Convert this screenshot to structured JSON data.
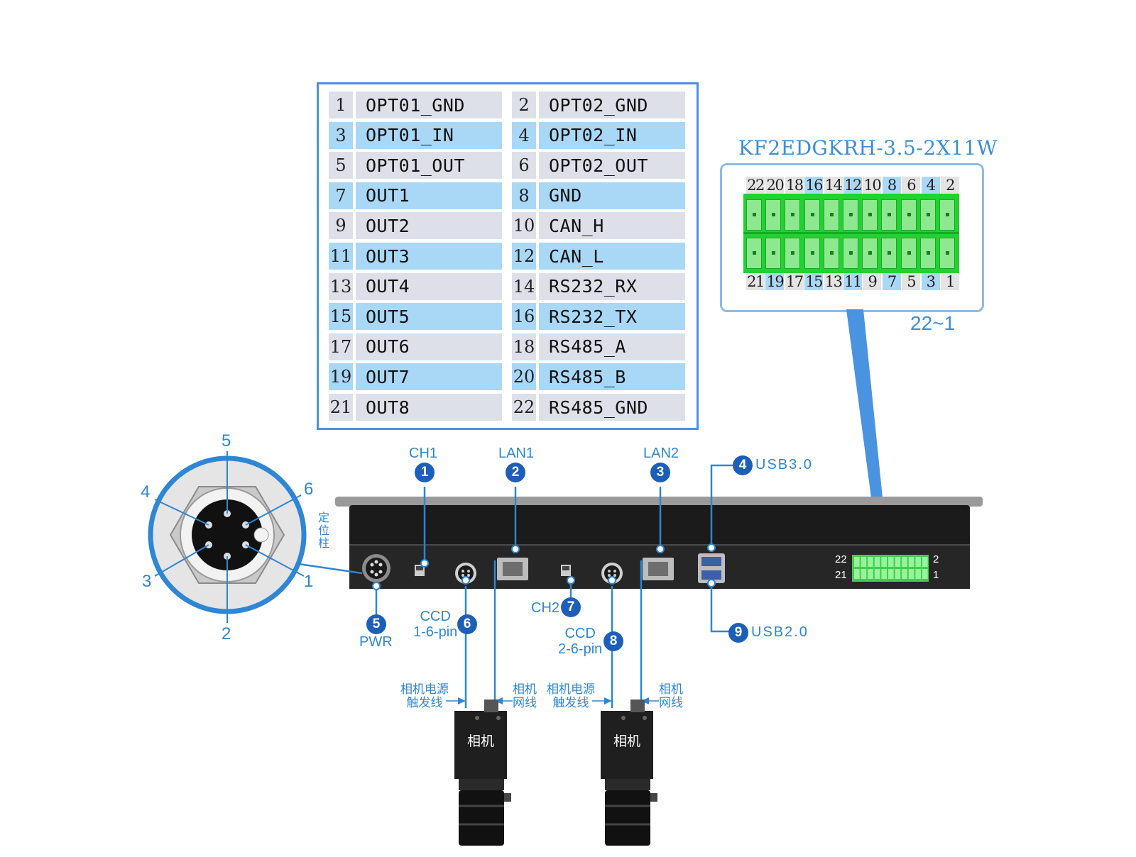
{
  "pin_table": [
    {
      "num": "1",
      "label": "OPT01_GND"
    },
    {
      "num": "2",
      "label": "OPT02_GND"
    },
    {
      "num": "3",
      "label": "OPT01_IN"
    },
    {
      "num": "4",
      "label": "OPT02_IN"
    },
    {
      "num": "5",
      "label": "OPT01_OUT"
    },
    {
      "num": "6",
      "label": "OPT02_OUT"
    },
    {
      "num": "7",
      "label": "OUT1"
    },
    {
      "num": "8",
      "label": "GND"
    },
    {
      "num": "9",
      "label": "OUT2"
    },
    {
      "num": "10",
      "label": "CAN_H"
    },
    {
      "num": "11",
      "label": "OUT3"
    },
    {
      "num": "12",
      "label": "CAN_L"
    },
    {
      "num": "13",
      "label": "OUT4"
    },
    {
      "num": "14",
      "label": "RS232_RX"
    },
    {
      "num": "15",
      "label": "OUT5"
    },
    {
      "num": "16",
      "label": "RS232_TX"
    },
    {
      "num": "17",
      "label": "OUT6"
    },
    {
      "num": "18",
      "label": "RS485_A"
    },
    {
      "num": "19",
      "label": "OUT7"
    },
    {
      "num": "20",
      "label": "RS485_B"
    },
    {
      "num": "21",
      "label": "OUT8"
    },
    {
      "num": "22",
      "label": "RS485_GND"
    }
  ],
  "terminal_block": {
    "title": "KF2EDGKRH-3.5-2X11W",
    "top_pins": [
      "22",
      "20",
      "18",
      "16",
      "14",
      "12",
      "10",
      "8",
      "6",
      "4",
      "2"
    ],
    "bottom_pins": [
      "21",
      "19",
      "17",
      "15",
      "13",
      "11",
      "9",
      "7",
      "5",
      "3",
      "1"
    ],
    "range_label": "22~1",
    "panel_top_label": "22",
    "panel_bottom_label": "21",
    "panel_right_top": "2",
    "panel_right_bottom": "1"
  },
  "connector": {
    "pins": [
      "1",
      "2",
      "3",
      "4",
      "5",
      "6"
    ],
    "locator_label": [
      "定",
      "位",
      "柱"
    ]
  },
  "ports": {
    "ch1": {
      "badge": "1",
      "label": "CH1"
    },
    "lan1": {
      "badge": "2",
      "label": "LAN1"
    },
    "lan2": {
      "badge": "3",
      "label": "LAN2"
    },
    "usb3": {
      "badge": "4",
      "label": "USB3.0"
    },
    "pwr": {
      "badge": "5",
      "label": "PWR"
    },
    "ccd1": {
      "badge": "6",
      "line1": "CCD",
      "line2": "1-6-pin"
    },
    "ch2": {
      "badge": "7",
      "label": "CH2"
    },
    "ccd2": {
      "badge": "8",
      "line1": "CCD",
      "line2": "2-6-pin"
    },
    "usb2": {
      "badge": "9",
      "label": "USB2.0"
    }
  },
  "cameras": [
    {
      "name": "相机",
      "power_line1": "相机电源",
      "power_line2": "触发线",
      "net_line1": "相机",
      "net_line2": "网线"
    },
    {
      "name": "相机",
      "power_line1": "相机电源",
      "power_line2": "触发线",
      "net_line1": "相机",
      "net_line2": "网线"
    }
  ],
  "colors": {
    "accent": "#2e86d4",
    "badge": "#1d5fb8",
    "row_blue": "#a9d8f7",
    "row_gray": "#dde0e8",
    "terminal_green": "#22d132"
  }
}
